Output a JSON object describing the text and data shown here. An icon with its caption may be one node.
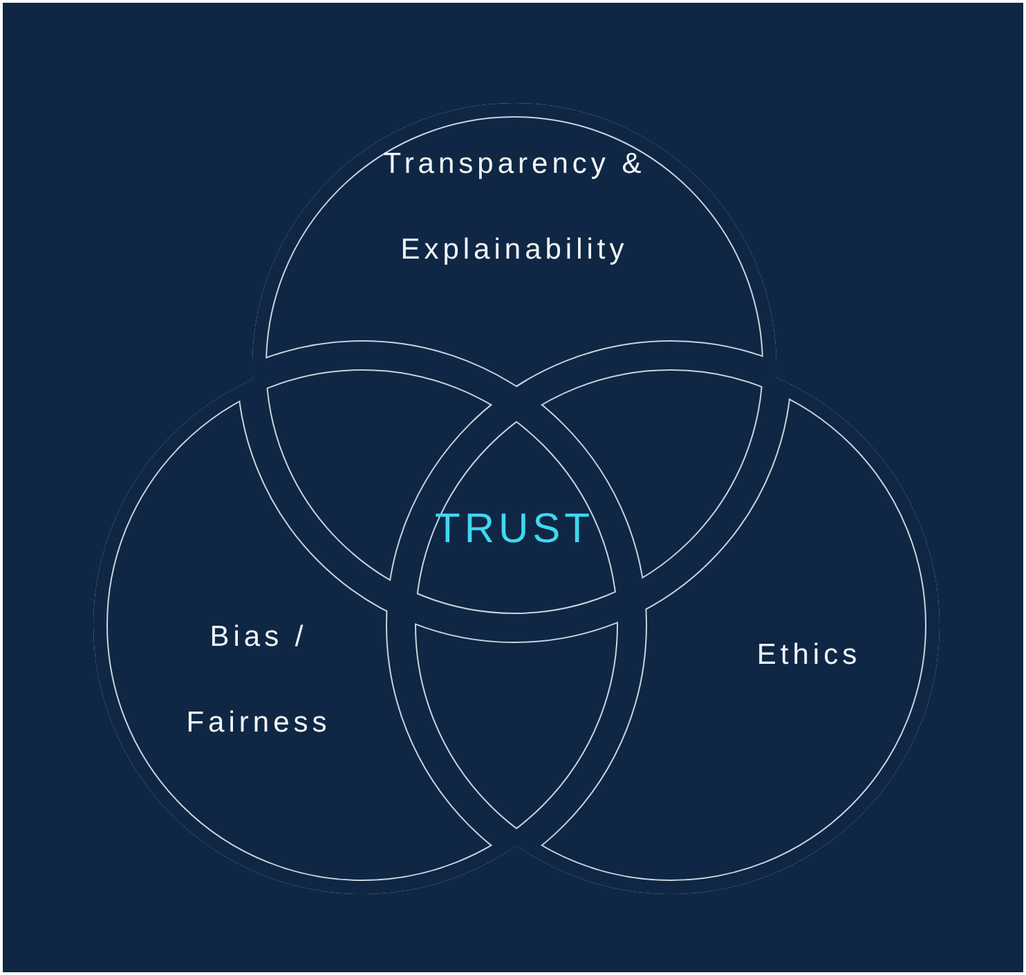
{
  "diagram": {
    "nodes": [
      {
        "text": [
          "Transparency & Explainability"
        ]
      },
      {
        "text": [
          "TRUST"
        ]
      },
      {
        "text": [
          "Bias / Fairness"
        ]
      },
      {
        "text": [
          "Ethics"
        ]
      }
    ]
  }
}
